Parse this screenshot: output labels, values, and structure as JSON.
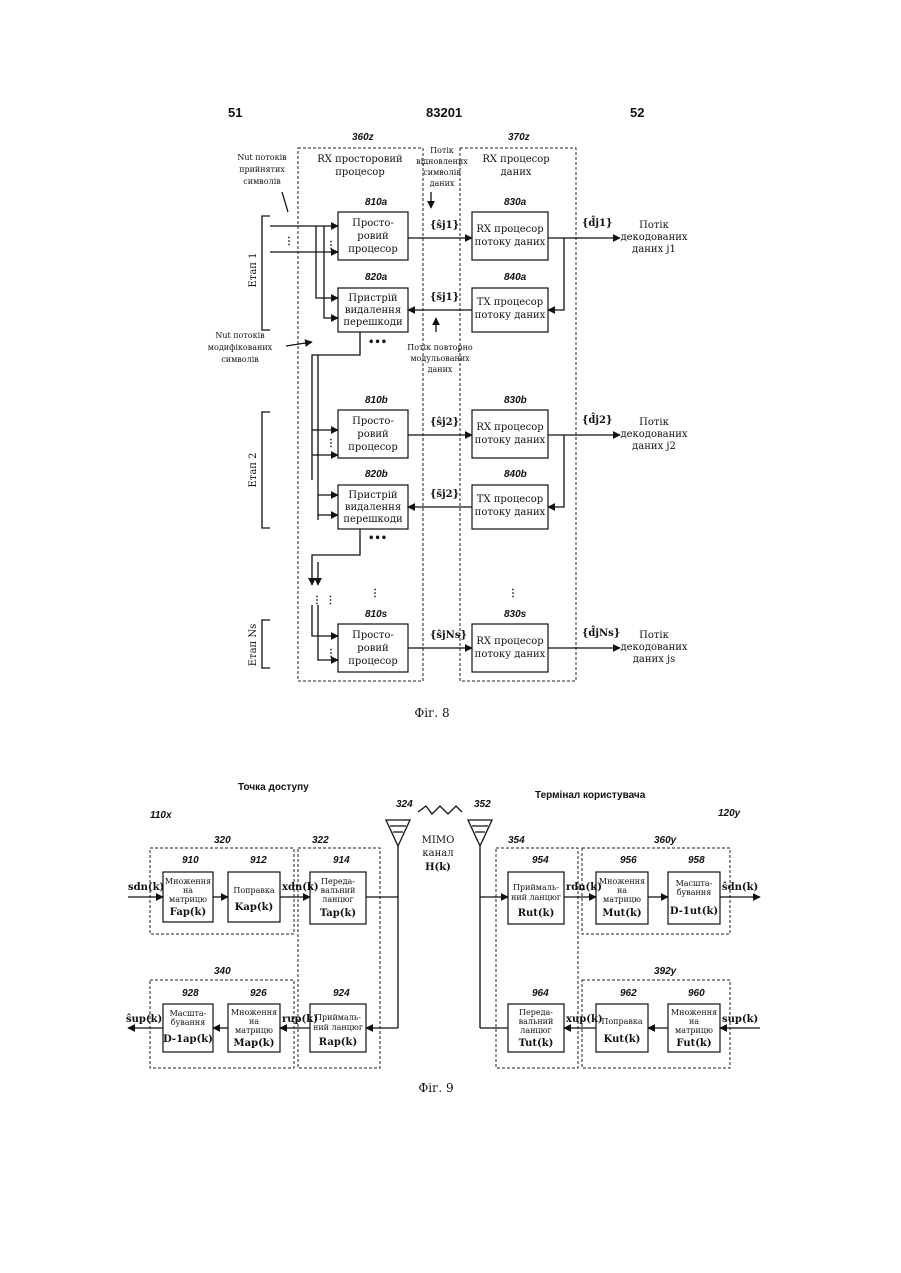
{
  "page": {
    "left_number": "51",
    "center_number": "83201",
    "right_number": "52"
  },
  "fig8": {
    "caption": "Фіг. 8",
    "ref_360z": "360z",
    "ref_370z": "370z",
    "rx_spatial_processor": [
      "RX просторовий",
      "процесор"
    ],
    "rx_data_processor": [
      "RX процесор",
      "даних"
    ],
    "recovered_stream": [
      "Потік",
      "відновлених",
      "символів",
      "даних"
    ],
    "remodulated_stream": [
      "Потік повторно",
      "модульованих",
      "даних"
    ],
    "input_label": [
      "Nut потоків",
      "прийнятих",
      "символів"
    ],
    "modified_label": [
      "Nut потоків",
      "модифікованих",
      "символів"
    ],
    "stage1": "Етап 1",
    "stage2": "Етап 2",
    "stageN": "Етап Ns",
    "b810a": {
      "ref": "810a",
      "lines": [
        "Просто-",
        "ровий",
        "процесор"
      ]
    },
    "b820a": {
      "ref": "820a",
      "lines": [
        "Пристрій",
        "видалення",
        "перешкоди"
      ]
    },
    "b830a": {
      "ref": "830a",
      "lines": [
        "RX процесор",
        "потоку даних"
      ]
    },
    "b840a": {
      "ref": "840a",
      "lines": [
        "TX процесор",
        "потоку даних"
      ]
    },
    "b810b": {
      "ref": "810b",
      "lines": [
        "Просто-",
        "ровий",
        "процесор"
      ]
    },
    "b820b": {
      "ref": "820b",
      "lines": [
        "Пристрій",
        "видалення",
        "перешкоди"
      ]
    },
    "b830b": {
      "ref": "830b",
      "lines": [
        "RX процесор",
        "потоку даних"
      ]
    },
    "b840b": {
      "ref": "840b",
      "lines": [
        "TX процесор",
        "потоку даних"
      ]
    },
    "b810s": {
      "ref": "810s",
      "lines": [
        "Просто-",
        "ровий",
        "процесор"
      ]
    },
    "b830s": {
      "ref": "830s",
      "lines": [
        "RX процесор",
        "потоку даних"
      ]
    },
    "s1": "{ŝj1}",
    "s1t": "{s̃j1}",
    "d1": "{d̂j1}",
    "s2": "{ŝj2}",
    "s2t": "{s̃j2}",
    "d2": "{d̂j2}",
    "sN": "{ŝjNs}",
    "dN": "{d̂jNs}",
    "out1": [
      "Потік",
      "декодованих",
      "даних j1"
    ],
    "out2": [
      "Потік",
      "декодованих",
      "даних j2"
    ],
    "outN": [
      "Потік",
      "декодованих",
      "даних js"
    ]
  },
  "fig9": {
    "caption": "Фіг. 9",
    "access_point": "Точка доступу",
    "user_terminal": "Термінал користувача",
    "ref_110x": "110x",
    "ref_120y": "120y",
    "ref_320": "320",
    "ref_322": "322",
    "ref_324": "324",
    "ref_352": "352",
    "ref_354": "354",
    "ref_360y": "360y",
    "ref_340": "340",
    "ref_392y": "392y",
    "mimo": [
      "MIMO",
      "канал",
      "H(k)"
    ],
    "b910": {
      "ref": "910",
      "lines": [
        "Множення",
        "на",
        "матрицю",
        "Fap(k)"
      ]
    },
    "b912": {
      "ref": "912",
      "lines": [
        "Поправка",
        "Kap(k)"
      ]
    },
    "b914": {
      "ref": "914",
      "lines": [
        "Переда-",
        "вальний",
        "ланцюг",
        "Tap(k)"
      ]
    },
    "b954": {
      "ref": "954",
      "lines": [
        "Приймаль-",
        "ний ланцюг",
        "Rut(k)"
      ]
    },
    "b956": {
      "ref": "956",
      "lines": [
        "Множення",
        "на",
        "матрицю",
        "Mut(k)"
      ]
    },
    "b958": {
      "ref": "958",
      "lines": [
        "Масшта-",
        "бування",
        "D-1ut(k)"
      ]
    },
    "b928": {
      "ref": "928",
      "lines": [
        "Масшта-",
        "бування",
        "D-1ap(k)"
      ]
    },
    "b926": {
      "ref": "926",
      "lines": [
        "Множення",
        "на",
        "матрицю",
        "Map(k)"
      ]
    },
    "b924": {
      "ref": "924",
      "lines": [
        "Приймаль-",
        "ний ланцюг",
        "Rap(k)"
      ]
    },
    "b964": {
      "ref": "964",
      "lines": [
        "Переда-",
        "вальний",
        "ланцюг",
        "Tut(k)"
      ]
    },
    "b962": {
      "ref": "962",
      "lines": [
        "Поправка",
        "Kut(k)"
      ]
    },
    "b960": {
      "ref": "960",
      "lines": [
        "Множення",
        "на",
        "матрицю",
        "Fut(k)"
      ]
    },
    "sdn": "sdn(k)",
    "xdn": "xdn(k)",
    "rdn": "rdn(k)",
    "sdn_hat": "ŝdn(k)",
    "sup_hat": "ŝup(k)",
    "rup": "rup(k)",
    "xup": "xup(k)",
    "sup": "sup(k)"
  }
}
